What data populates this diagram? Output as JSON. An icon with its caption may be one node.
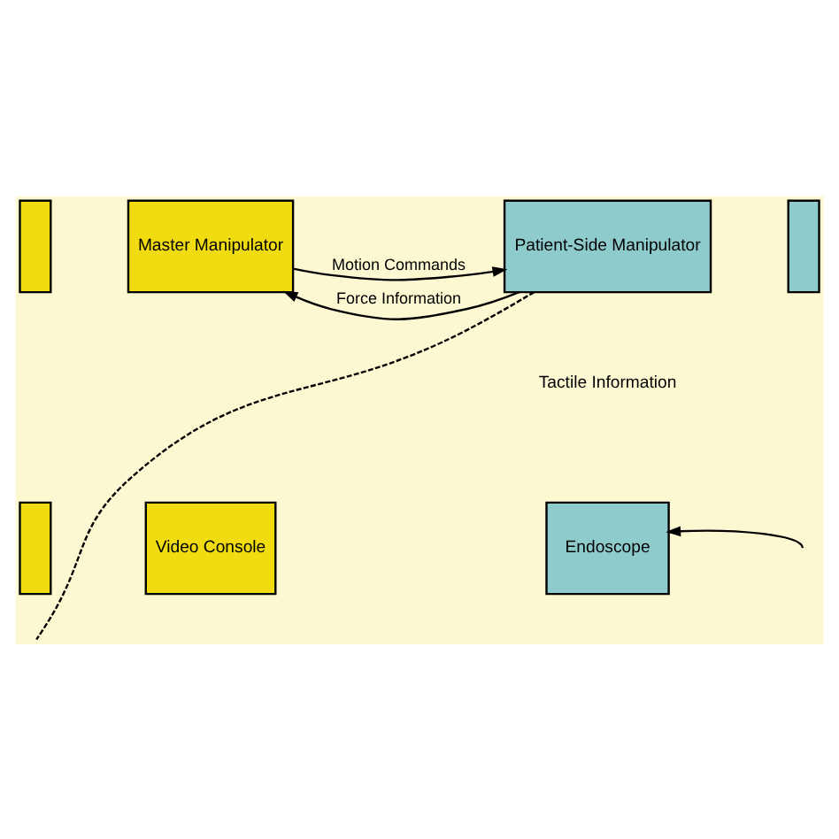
{
  "diagram": {
    "nodes": [
      {
        "text": [],
        "shape": "box"
      },
      {
        "text": [
          "Master Manipulator"
        ]
      },
      {
        "text": [
          "Patient-Side Manipulator"
        ]
      },
      {
        "text": [],
        "shape": "box"
      },
      {
        "text": [],
        "shape": "box"
      },
      {
        "text": [
          "Video Console"
        ]
      },
      {
        "text": [
          "Endoscope"
        ]
      }
    ],
    "edges": [
      {
        "from": 1,
        "to": 2,
        "arrow": "to",
        "label": "Motion Commands"
      },
      {
        "from": 2,
        "to": 1,
        "arrow": "to",
        "label": "Force Information"
      },
      {
        "from": 2,
        "to": null,
        "arrow": "none",
        "style": "dashed"
      },
      {
        "from": null,
        "to": 6,
        "arrow": "to"
      }
    ],
    "labels": [
      "Tactile Information"
    ]
  }
}
